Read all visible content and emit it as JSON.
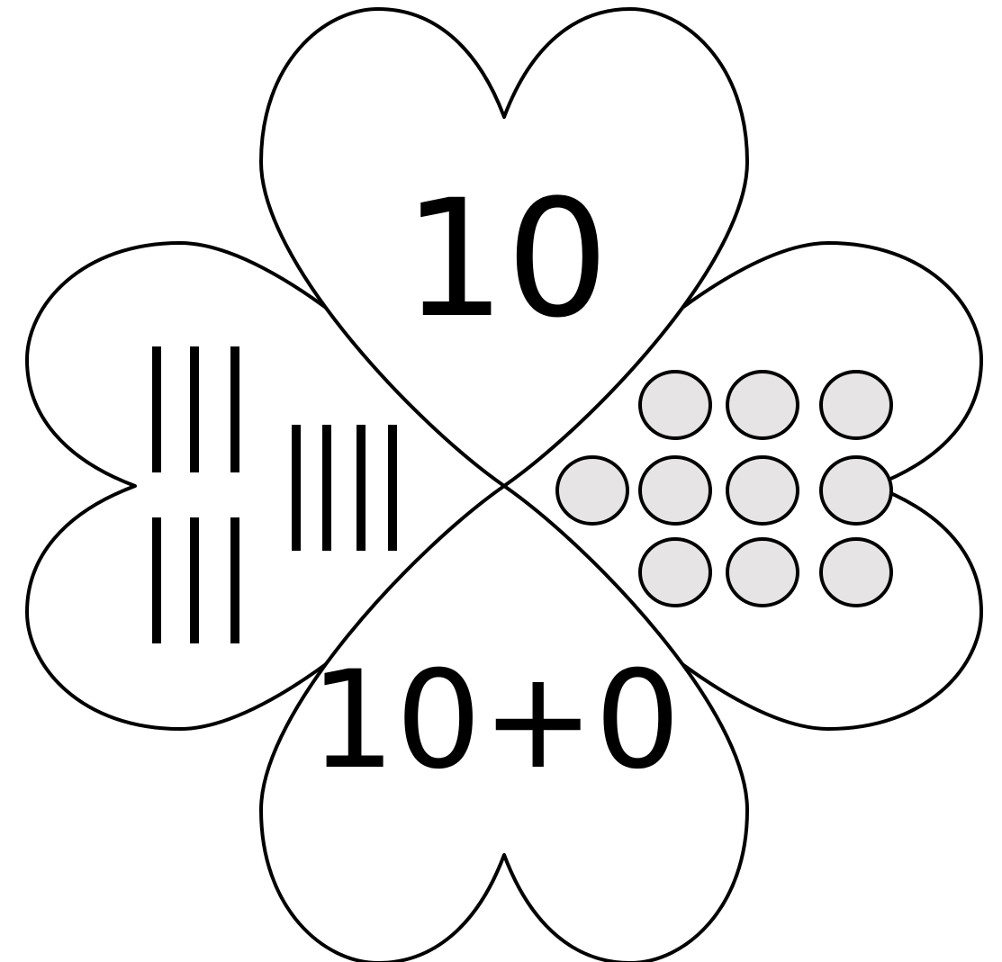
{
  "clover": {
    "number_label": "10",
    "equation_label": "10+0",
    "tally_value": 10,
    "counter_value": 10,
    "counter_fill": "#e6e4e4",
    "outline_color": "#000000"
  }
}
